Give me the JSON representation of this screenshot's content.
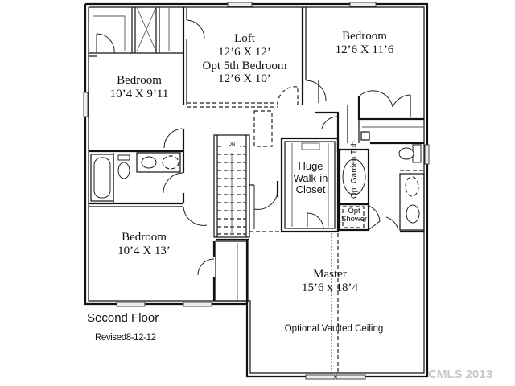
{
  "plan": {
    "title": "Second Floor",
    "revision": "Revised8-12-12",
    "watermark": "CMLS 2013",
    "rooms": [
      {
        "id": "bedroom-2",
        "name": "Bedroom",
        "size": "10’4 X 9’11"
      },
      {
        "id": "loft",
        "name": "Loft",
        "size": "12’6 X 12’",
        "alt_name": "Opt 5th Bedroom",
        "alt_size": "12’6 X 10’"
      },
      {
        "id": "bedroom-3",
        "name": "Bedroom",
        "size": "12’6 X 11’6"
      },
      {
        "id": "bedroom-4",
        "name": "Bedroom",
        "size": "10’4 X 13’"
      },
      {
        "id": "master",
        "name": "Master",
        "size": "15’6  x 18’4",
        "note": "Optional Vaulted Ceiling"
      }
    ],
    "closet": {
      "line1": "Huge",
      "line2": "Walk-in",
      "line3": "Closet"
    },
    "garden_tub": {
      "line1": "Opt",
      "line2": "Garden",
      "line3": "Tub"
    },
    "shower": {
      "line1": "Opt",
      "line2": "Shower"
    },
    "stairs": {
      "label": "DN"
    }
  }
}
